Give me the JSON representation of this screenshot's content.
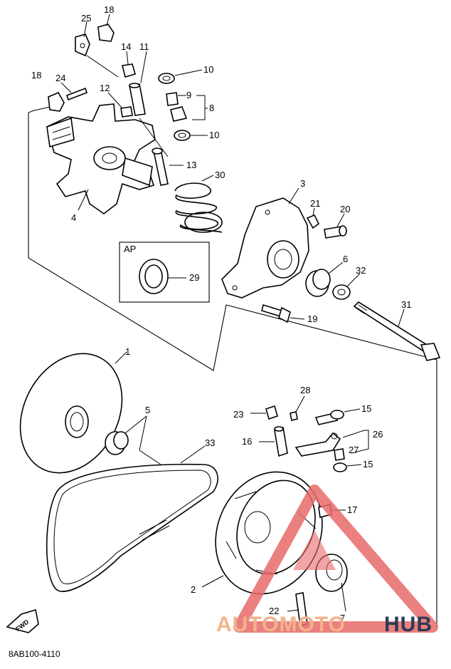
{
  "labels": {
    "p1": "1",
    "p2": "2",
    "p3": "3",
    "p4": "4",
    "p5": "5",
    "p6": "6",
    "p7": "7",
    "p8": "8",
    "p9": "9",
    "p10a": "10",
    "p10b": "10",
    "p11": "11",
    "p12": "12",
    "p13": "13",
    "p14": "14",
    "p15a": "15",
    "p15b": "15",
    "p16": "16",
    "p17": "17",
    "p18a": "18",
    "p18b": "18",
    "p19": "19",
    "p20": "20",
    "p21": "21",
    "p22": "22",
    "p23": "23",
    "p24": "24",
    "p25": "25",
    "p26": "26",
    "p27": "27",
    "p28": "28",
    "p29": "29",
    "p30": "30",
    "p31": "31",
    "p32": "32",
    "p33": "33"
  },
  "inset_label": "AP",
  "fwd_label": "FWD",
  "diagram_code": "8AB100-4110",
  "watermark": {
    "part1": "AUTOMOTO",
    "part2": "HUB",
    "accent": "#e86a6a",
    "accent_text": "#f2b48a",
    "dark_text": "#2b3a55"
  }
}
